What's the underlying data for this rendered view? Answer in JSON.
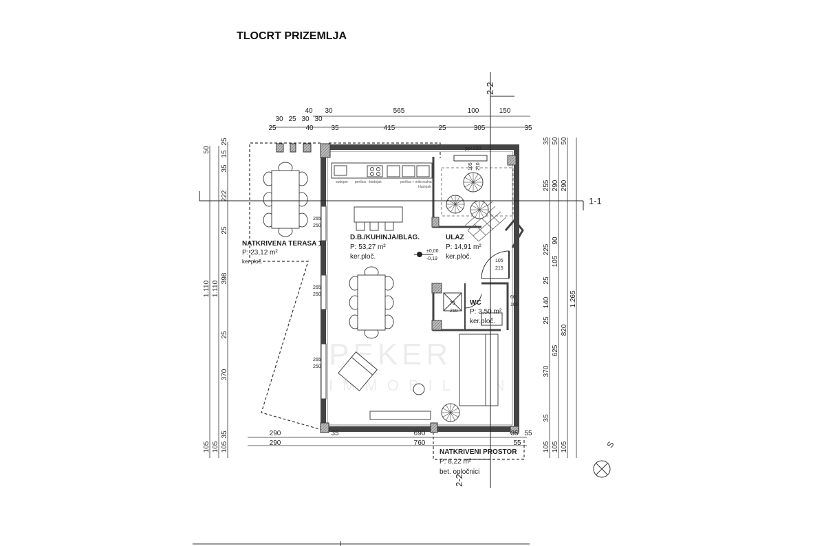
{
  "title": "TLOCRT PRIZEMLJA",
  "watermark": {
    "line1": "PEKER",
    "line2": "IMMOBILIEN"
  },
  "sections": {
    "horizontal": "1-1",
    "vertical_top": "2-2",
    "vertical_bottom": "2-2"
  },
  "north_label": "S",
  "rooms": [
    {
      "name": "NATKRIVENA TERASA 1",
      "area": "P: 23,12 m²",
      "floor": "ker.ploč."
    },
    {
      "name": "D.B./KUHINJA/BLAG.",
      "area": "P: 53,27 m²",
      "floor": "ker.ploč."
    },
    {
      "name": "ULAZ",
      "area": "P: 14,91 m²",
      "floor": "ker.ploč."
    },
    {
      "name": "WC",
      "area": "P: 3,50 m²",
      "floor": "ker.ploč."
    },
    {
      "name": "NATKRIVENI PROSTOR",
      "area": "P: 8,22 m²",
      "floor": "bet. opločnici"
    }
  ],
  "level_mark": {
    "top": "±0,00",
    "bottom": "-0,19"
  },
  "openings": {
    "window_top": "pp+230",
    "windows_left": [
      "265",
      "250"
    ],
    "entry_door": [
      "105",
      "215"
    ],
    "wc_window": [
      "60",
      "100"
    ],
    "wc_door": [
      "70",
      "210"
    ],
    "stair_door": [
      "105",
      "210"
    ]
  },
  "kitchen_labels": [
    "sudoper",
    "perilica",
    "štednjak",
    "perilica + mikrovalna",
    "hladnjak"
  ],
  "dimensions": {
    "top_row1": [
      "40",
      "30",
      "565",
      "100",
      "150"
    ],
    "top_row1b": [
      "30",
      "25",
      "30",
      "30"
    ],
    "top_row2": [
      "25",
      "40",
      "35",
      "415",
      "25",
      "305",
      "35"
    ],
    "left_a": [
      "50",
      "1.110",
      "105"
    ],
    "left_b": [
      "1.110",
      "105"
    ],
    "left_c": [
      "25",
      "15",
      "35",
      "222",
      "25",
      "398",
      "25",
      "370",
      "35",
      "105"
    ],
    "right_a": [
      "35",
      "255",
      "225",
      "25",
      "140",
      "25",
      "370",
      "35",
      "105"
    ],
    "right_b": [
      "50",
      "290",
      "90",
      "105",
      "625",
      "105"
    ],
    "right_c": [
      "50",
      "290",
      "820",
      "105"
    ],
    "right_d": [
      "1.265"
    ],
    "bottom_row1": [
      "290",
      "35",
      "690",
      "35",
      "55"
    ],
    "bottom_row2": [
      "290",
      "760",
      "55"
    ]
  }
}
